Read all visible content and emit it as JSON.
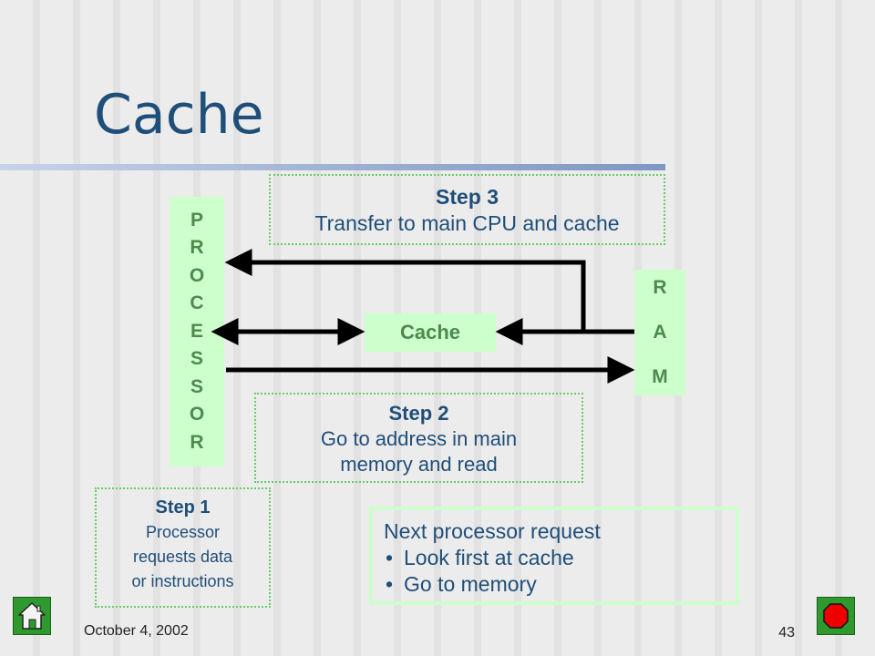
{
  "title": "Cache",
  "processor_label": [
    "P",
    "R",
    "O",
    "C",
    "E",
    "S",
    "S",
    "O",
    "R"
  ],
  "ram_label": [
    "R",
    "A",
    "M"
  ],
  "cache_label": "Cache",
  "step3": {
    "head": "Step 3",
    "body": "Transfer to main CPU and cache"
  },
  "step2": {
    "head": "Step 2",
    "body_lines": [
      "Go to address in main",
      "memory and read"
    ]
  },
  "step1": {
    "head": "Step 1",
    "body_lines": [
      "Processor",
      "requests data",
      "or instructions"
    ]
  },
  "next_request": {
    "heading": "Next processor request",
    "bullets": [
      "Look first at cache",
      "Go to memory"
    ]
  },
  "footer": {
    "date": "October 4, 2002",
    "page_number": "43"
  },
  "nav": {
    "home_icon": "home-icon",
    "stop_icon": "stop-icon"
  },
  "colors": {
    "title": "#1f4e79",
    "box_fill": "#ccffcc",
    "box_text": "#4d8a4d",
    "nav_green": "#2e9a2e",
    "stop_red": "#ee0000"
  }
}
